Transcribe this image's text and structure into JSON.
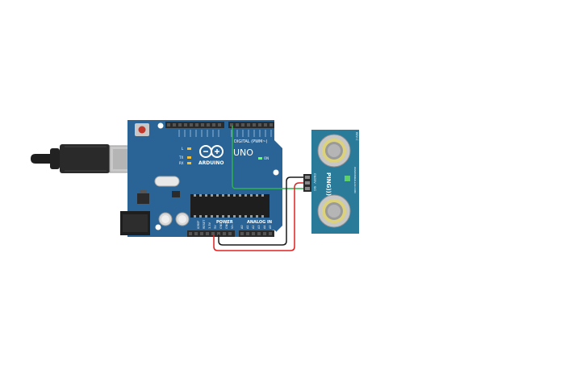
{
  "arduino": {
    "brand": "ARDUINO",
    "model": "UNO",
    "digital_header_label": "DIGITAL (PWM~)",
    "power_label": "POWER",
    "analog_label": "ANALOG IN",
    "led_labels": [
      "L",
      "TX",
      "RX",
      "ON"
    ],
    "power_pins": [
      "IOREF",
      "RESET",
      "3.3V",
      "5V",
      "GND",
      "GND",
      "Vin"
    ],
    "analog_pins": [
      "A0",
      "A1",
      "A2",
      "A3",
      "A4",
      "A5"
    ]
  },
  "sensor": {
    "name": "PING)))",
    "pins": [
      "GND",
      "5V",
      "SIG"
    ],
    "vendor_text": "WWW.PARALLAX.COM",
    "rev_text": "REV C"
  },
  "wires": [
    {
      "from": "Arduino 5V",
      "to": "PING 5V",
      "color": "#e02020"
    },
    {
      "from": "Arduino GND",
      "to": "PING GND",
      "color": "#1a1a1a"
    },
    {
      "from": "Arduino D7",
      "to": "PING SIG",
      "color": "#2fb34a"
    }
  ],
  "colors": {
    "board": "#2a6496",
    "sensor_board": "#2a7a9a",
    "header": "#2b2b2b",
    "usb_metal": "#b8b8b8"
  }
}
